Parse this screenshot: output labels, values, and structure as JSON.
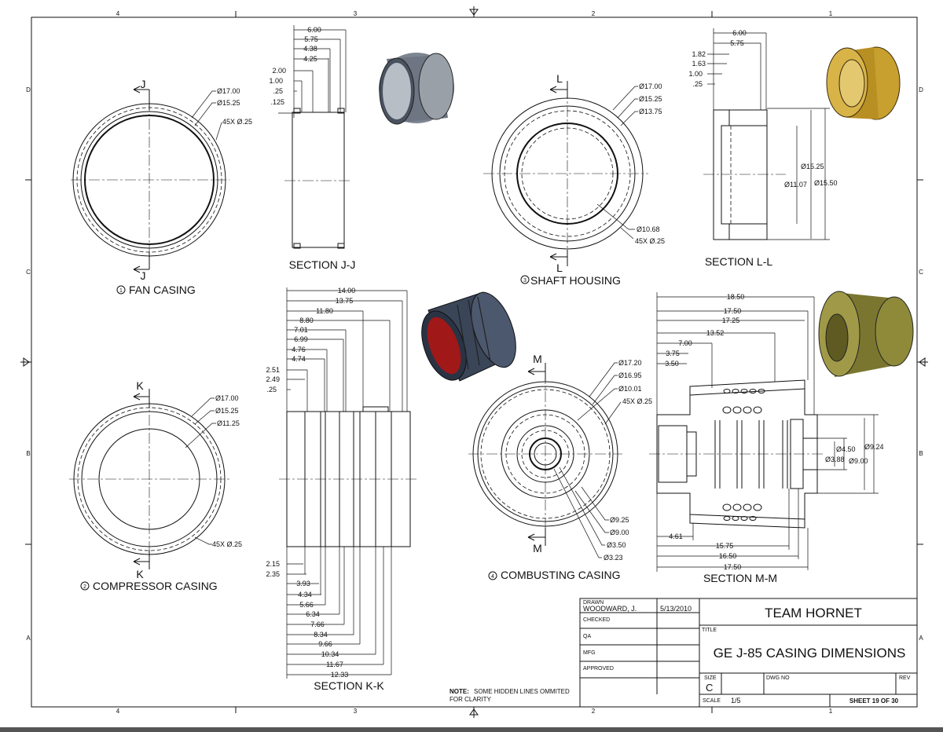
{
  "zones": {
    "columns": [
      "4",
      "3",
      "2",
      "1"
    ],
    "rows": [
      "D",
      "C",
      "B",
      "A"
    ]
  },
  "views": {
    "fan_casing": {
      "label": "FAN CASING",
      "number": "1",
      "cut": "J",
      "dims": [
        "Ø17.00",
        "Ø15.25",
        "45X Ø.25"
      ]
    },
    "section_jj": {
      "label": "SECTION J-J",
      "dims": [
        "6.00",
        "5.75",
        "4.38",
        "4.25",
        "2.00",
        "1.00",
        ".25",
        ".125"
      ]
    },
    "shaft_housing": {
      "label": "SHAFT HOUSING",
      "number": "3",
      "cut": "L",
      "dims": [
        "Ø17.00",
        "Ø15.25",
        "Ø13.75",
        "Ø10.68",
        "45X Ø.25"
      ]
    },
    "section_ll": {
      "label": "SECTION L-L",
      "dims": [
        "6.00",
        "5.75",
        "1.82",
        "1.63",
        "1.00",
        ".25",
        "Ø15.25",
        "Ø11.07",
        "Ø15.50"
      ]
    },
    "compressor_casing": {
      "label": "COMPRESSOR CASING",
      "number": "2",
      "cut": "K",
      "dims": [
        "Ø17.00",
        "Ø15.25",
        "Ø11.25",
        "45X Ø.25"
      ]
    },
    "section_kk": {
      "label": "SECTION K-K",
      "dims_top": [
        "14.00",
        "13.75",
        "11.80",
        "8.80",
        "7.01",
        "6.99",
        "4.76",
        "4.74",
        "2.51",
        "2.49",
        ".25"
      ],
      "dims_bottom": [
        "2.15",
        "2.35",
        "3.93",
        "4.34",
        "5.66",
        "6.34",
        "7.66",
        "8.34",
        "9.66",
        "10.34",
        "11.67",
        "12.33"
      ]
    },
    "combusting_casing": {
      "label": "COMBUSTING CASING",
      "number": "4",
      "cut": "M",
      "dims": [
        "Ø17.20",
        "Ø16.95",
        "Ø10.01",
        "45X Ø.25",
        "Ø9.25",
        "Ø9.00",
        "Ø3.50",
        "Ø3.23"
      ]
    },
    "section_mm": {
      "label": "SECTION M-M",
      "dims_top": [
        "18.50",
        "17.50",
        "17.25",
        "13.52",
        "7.00",
        "3.75",
        "3.50"
      ],
      "dims_right": [
        "Ø4.50",
        "Ø3.88",
        "Ø9.24",
        "Ø9.00"
      ],
      "dims_bottom": [
        "4.61",
        "15.75",
        "16.50",
        "17.50"
      ]
    }
  },
  "note": {
    "bold": "NOTE:",
    "text": "SOME HIDDEN LINES OMMITED",
    "text2": "FOR CLARITY"
  },
  "title_block": {
    "drawn_label": "DRAWN",
    "drawn_by": "WOODWARD, J.",
    "drawn_date": "5/13/2010",
    "checked_label": "CHECKED",
    "qa_label": "QA",
    "mfg_label": "MFG",
    "approved_label": "APPROVED",
    "company": "TEAM HORNET",
    "title_label": "TITLE",
    "title": "GE J-85 CASING DIMENSIONS",
    "size_label": "SIZE",
    "size": "C",
    "dwg_label": "DWG NO",
    "rev_label": "REV",
    "scale_label": "SCALE",
    "scale": "1/5",
    "sheet": "SHEET 19 OF 30"
  },
  "colors": {
    "line": "#111111",
    "bottom_bar": "#555555",
    "gold": "#c8a030",
    "steel": "#9aa0a8",
    "navy": "#3a4558",
    "olive": "#8f8a3a",
    "red": "#a01818"
  }
}
